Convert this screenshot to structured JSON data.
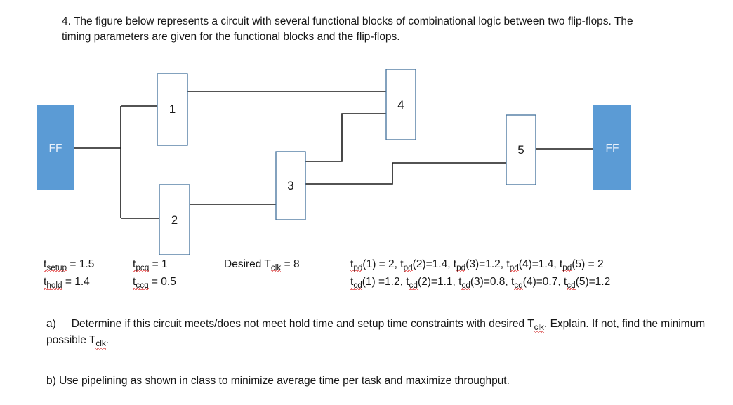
{
  "problem": {
    "number": "4.",
    "statement": "4. The figure below represents a circuit with several functional blocks of combinational logic between two flip-flops. The timing parameters are given for the functional blocks and the flip-flops."
  },
  "diagram": {
    "flipflop_left_label": "FF",
    "flipflop_right_label": "FF",
    "block_labels": [
      "1",
      "2",
      "3",
      "4",
      "5"
    ],
    "colors": {
      "flipflop_fill": "#5B9BD5",
      "block_border": "#41719C",
      "block_fill": "#FFFFFF",
      "wire": "#1a1a1a"
    }
  },
  "timing": {
    "row1": {
      "tsetup_name": "t",
      "tsetup_sub": "setup",
      "tsetup_value": " = 1.5",
      "tpcq_name": "t",
      "tpcq_sub": "pcq",
      "tpcq_value": " = 1",
      "desired_prefix": "Desired T",
      "desired_sub": "clk",
      "desired_value": " = 8",
      "tpd_line": "t"
    },
    "row2": {
      "thold_name": "t",
      "thold_sub": "hold",
      "thold_value": " = 1.4",
      "tccq_name": "t",
      "tccq_sub": "ccq",
      "tccq_value": " = 0.5"
    },
    "tpd": {
      "label": "t",
      "sub": "pd",
      "text": "(1) = 2, t",
      "text2": "(2)=1.4, t",
      "text3": "(3)=1.2, t",
      "text4": "(4)=1.4, t",
      "text5": "(5) = 2"
    },
    "tcd": {
      "label": "t",
      "sub": "cd",
      "text": "(1) =1.2, t",
      "text2": "(2)=1.1, t",
      "text3": "(3)=0.8, t",
      "text4": "(4)=0.7, t",
      "text5": "(5)=1.2"
    },
    "values": {
      "tsetup": 1.5,
      "thold": 1.4,
      "tpcq": 1,
      "tccq": 0.5,
      "Tclk_desired": 8,
      "tpd": {
        "1": 2,
        "2": 1.4,
        "3": 1.2,
        "4": 1.4,
        "5": 2
      },
      "tcd": {
        "1": 1.2,
        "2": 1.1,
        "3": 0.8,
        "4": 0.7,
        "5": 1.2
      }
    }
  },
  "questions": {
    "a_marker": "a)",
    "a_text_1": "Determine if this circuit meets/does not meet hold time and setup time constraints with desired T",
    "a_sub_1": "clk",
    "a_text_2": ". Explain. If not, find the minimum possible T",
    "a_sub_2": "clk",
    "a_text_3": ".",
    "b_text": "b) Use pipelining as shown in class to minimize average time per task and maximize throughput."
  }
}
